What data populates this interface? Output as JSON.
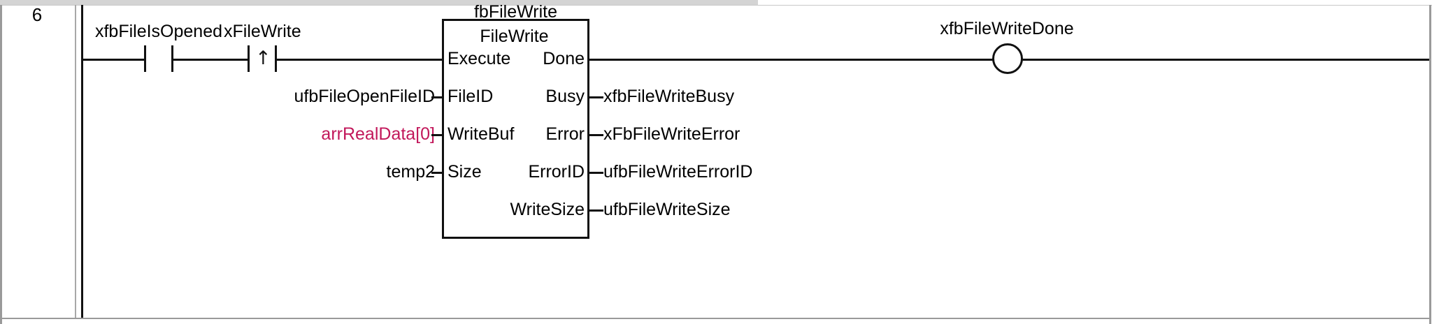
{
  "rung": {
    "number": "6"
  },
  "contacts": [
    {
      "name": "xfbFileIsOpened",
      "label": "xfbFileIsOpened",
      "type": "normally-open"
    },
    {
      "name": "xFileWrite",
      "label": "xFileWrite",
      "type": "rising-edge",
      "edge_glyph": "↑"
    }
  ],
  "function_block": {
    "instance_name": "fbFileWrite",
    "type_name": "FileWrite",
    "inputs": [
      {
        "pin": "Execute",
        "operand": "",
        "highlight": false
      },
      {
        "pin": "FileID",
        "operand": "ufbFileOpenFileID",
        "highlight": false
      },
      {
        "pin": "WriteBuf",
        "operand": "arrRealData[0]",
        "highlight": true
      },
      {
        "pin": "Size",
        "operand": "temp2",
        "highlight": false
      }
    ],
    "outputs": [
      {
        "pin": "Done",
        "operand": ""
      },
      {
        "pin": "Busy",
        "operand": "xfbFileWriteBusy"
      },
      {
        "pin": "Error",
        "operand": "xFbFileWriteError"
      },
      {
        "pin": "ErrorID",
        "operand": "ufbFileWriteErrorID"
      },
      {
        "pin": "WriteSize",
        "operand": "ufbFileWriteSize"
      }
    ]
  },
  "coil": {
    "label": "xfbFileWriteDone",
    "type": "normal"
  },
  "colors": {
    "highlight": "#c2185b",
    "line": "#111111",
    "rail": "#111111",
    "chrome": "#d4d4d4",
    "gutter": "#9a9a9a"
  }
}
